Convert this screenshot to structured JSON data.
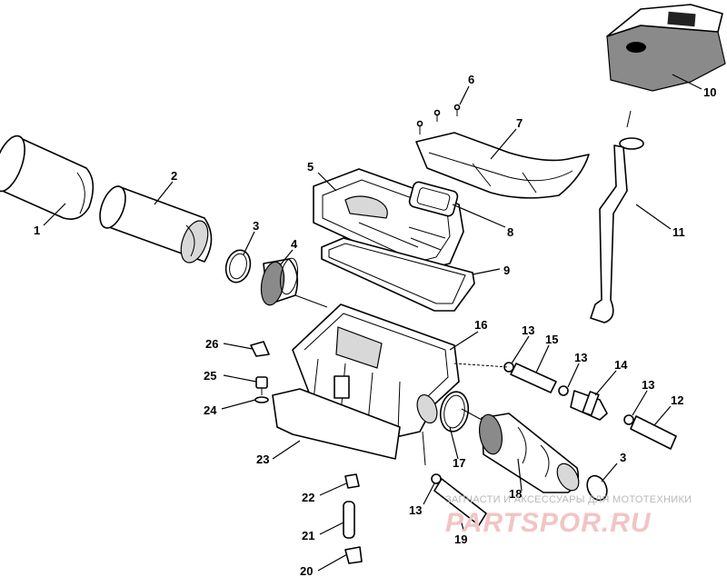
{
  "callouts": [
    {
      "id": "1",
      "label": "1"
    },
    {
      "id": "2",
      "label": "2"
    },
    {
      "id": "3a",
      "label": "3"
    },
    {
      "id": "3b",
      "label": "3"
    },
    {
      "id": "4",
      "label": "4"
    },
    {
      "id": "5",
      "label": "5"
    },
    {
      "id": "6",
      "label": "6"
    },
    {
      "id": "7",
      "label": "7"
    },
    {
      "id": "8",
      "label": "8"
    },
    {
      "id": "9",
      "label": "9"
    },
    {
      "id": "10",
      "label": "10"
    },
    {
      "id": "11",
      "label": "11"
    },
    {
      "id": "12",
      "label": "12"
    },
    {
      "id": "13a",
      "label": "13"
    },
    {
      "id": "13b",
      "label": "13"
    },
    {
      "id": "13c",
      "label": "13"
    },
    {
      "id": "13d",
      "label": "13"
    },
    {
      "id": "14",
      "label": "14"
    },
    {
      "id": "15",
      "label": "15"
    },
    {
      "id": "16",
      "label": "16"
    },
    {
      "id": "17",
      "label": "17"
    },
    {
      "id": "18",
      "label": "18"
    },
    {
      "id": "19",
      "label": "19"
    },
    {
      "id": "20",
      "label": "20"
    },
    {
      "id": "21",
      "label": "21"
    },
    {
      "id": "22",
      "label": "22"
    },
    {
      "id": "23",
      "label": "23"
    },
    {
      "id": "24",
      "label": "24"
    },
    {
      "id": "25",
      "label": "25"
    },
    {
      "id": "26",
      "label": "26"
    }
  ],
  "watermark": {
    "tagline": "ЗАПЧАСТИ И АКСЕССУАРЫ ДЛЯ МОТОТЕХНИКИ",
    "brand": "PARTSPOR.RU",
    "color": "#f2c4c4"
  }
}
